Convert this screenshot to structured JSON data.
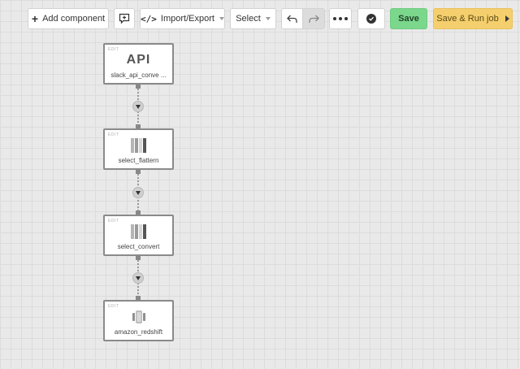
{
  "toolbar": {
    "add_component": "Add component",
    "import_export": "Import/Export",
    "select": "Select",
    "save": "Save",
    "save_run": "Save & Run job"
  },
  "colors": {
    "save": "#7ad78c",
    "run": "#f5cf6d",
    "canvas": "#e9e9e9"
  },
  "nodes": [
    {
      "edit": "EDIT",
      "icon_text": "API",
      "icon": "api-icon",
      "label": "slack_api_conve ..."
    },
    {
      "edit": "EDIT",
      "icon": "select-bars-icon",
      "label": "select_flattern"
    },
    {
      "edit": "EDIT",
      "icon": "select-bars-icon",
      "label": "select_convert"
    },
    {
      "edit": "EDIT",
      "icon": "database-cylinder-icon",
      "label": "amazon_redshift"
    }
  ]
}
